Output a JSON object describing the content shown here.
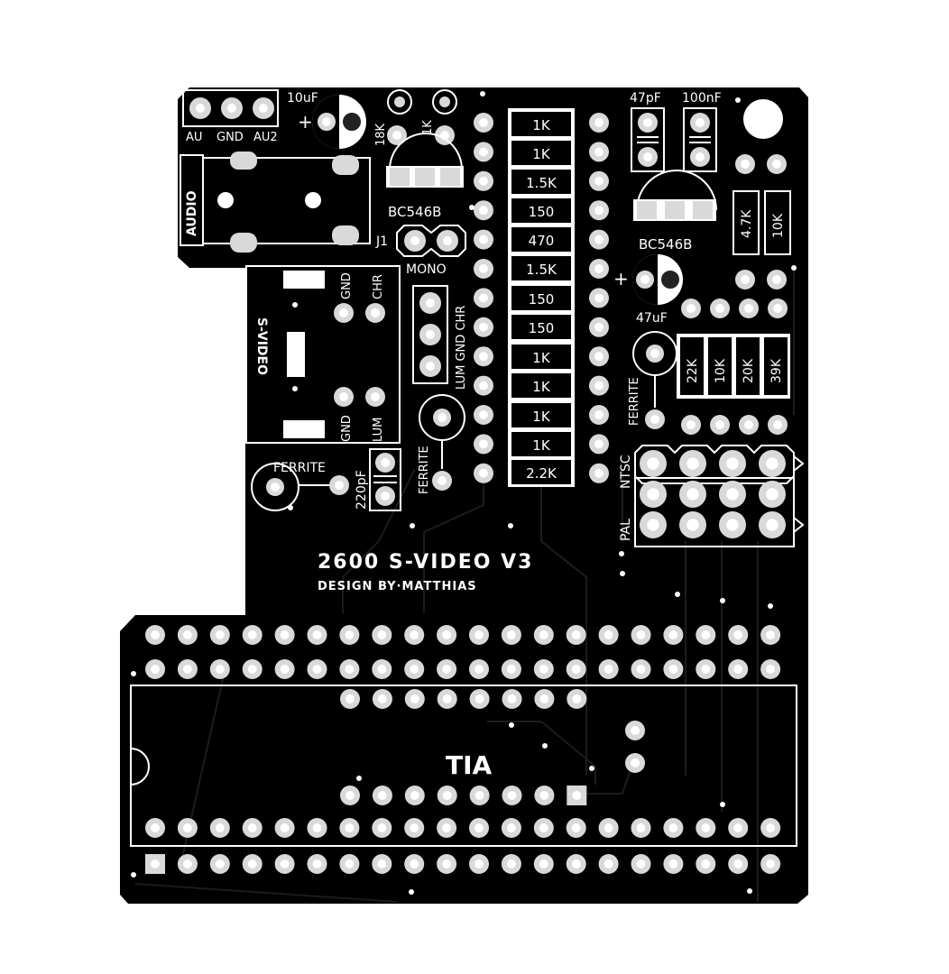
{
  "board": {
    "title": "2600 S-VIDEO  V3",
    "credit": "DESIGN BY·MATTHIAS",
    "chip": "TIA",
    "colors": {
      "board": "#000000",
      "silk": "#ffffff",
      "pad": "#d9d9d9",
      "pad_hole": "#ffffff"
    }
  },
  "labels": {
    "c10uf": "10uF",
    "plus1": "+",
    "au": "AU",
    "gnd_top": "GND",
    "au2": "AU2",
    "audio": "AUDIO",
    "r18k": "18K",
    "r1k_top": "1K",
    "bc546b_left": "BC546B",
    "j1": "J1",
    "mono": "MONO",
    "svideo": "S-VIDEO",
    "gnd_a": "GND",
    "chr_a": "CHR",
    "gnd_b": "GND",
    "lum_b": "LUM",
    "lum_gnd_chr": "LUM GND CHR",
    "ferrite_a": "FERRITE",
    "ferrite_b": "FERRITE",
    "ferrite_c": "FERRITE",
    "c220pf": "220pF",
    "c47pf": "47pF",
    "c100nf": "100nF",
    "bc546b_right": "BC546B",
    "r4k7": "4.7K",
    "r10k_top": "10K",
    "plus2": "+",
    "c47uf": "47uF",
    "r22k": "22K",
    "r10k_mid": "10K",
    "r20k": "20K",
    "r39k": "39K",
    "ntsc": "NTSC",
    "pal": "PAL"
  },
  "resistors": [
    "1K",
    "1K",
    "1.5K",
    "150",
    "470",
    "1.5K",
    "150",
    "150",
    "1K",
    "1K",
    "1K",
    "1K",
    "2.2K"
  ]
}
